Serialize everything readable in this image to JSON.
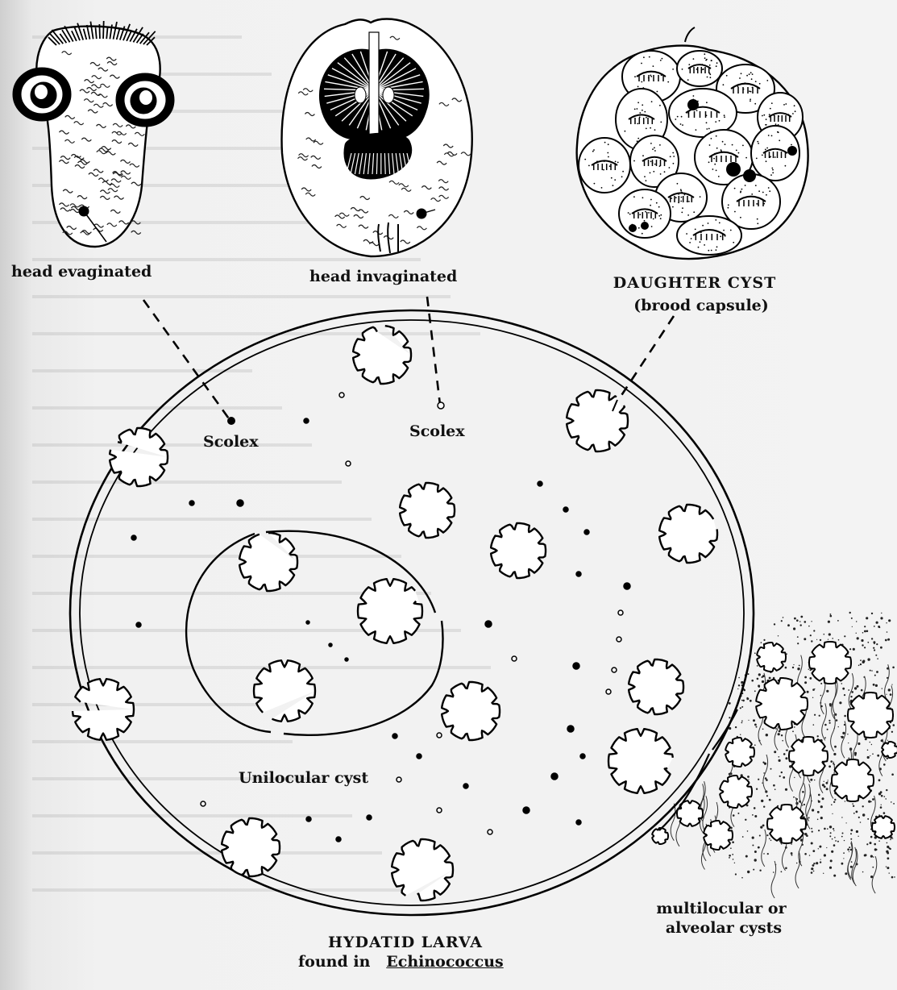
{
  "labels": {
    "head_evaginated": "head evaginated",
    "head_invaginated": "head invaginated",
    "daughter_cyst": "DAUGHTER CYST",
    "brood_capsule": "(brood capsule)",
    "scolex_left": "Scolex",
    "scolex_right": "Scolex",
    "unilocular": "Unilocular cyst",
    "multilocular_1": "multilocular or",
    "multilocular_2": "alveolar cysts",
    "title": "HYDATID LARVA",
    "subtitle_prefix": "found in",
    "subtitle_genus": "Echinococcus"
  }
}
